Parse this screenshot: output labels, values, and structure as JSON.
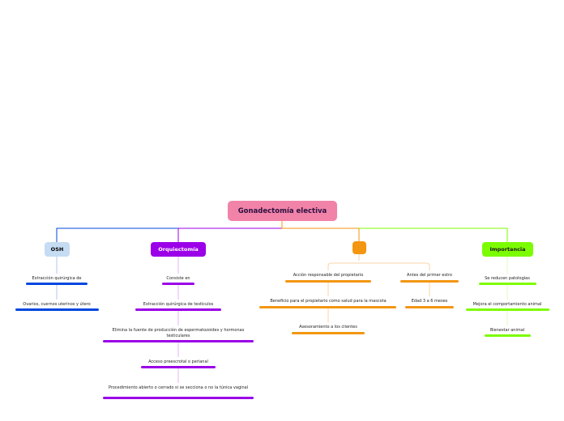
{
  "root": {
    "title": "Gonadectomía electiva",
    "color": "#f283a8"
  },
  "branches": [
    {
      "label": "OSH",
      "color": "#0047e0",
      "box_color": "#c5dcf3",
      "text_color": "#000000",
      "items": [
        "Extracción quirúrgica de",
        "Ovarios, cuernos uterinos y útero"
      ]
    },
    {
      "label": "Orquiectomía",
      "color": "#9b00e8",
      "box_color": "#9b00e8",
      "text_color": "#ffffff",
      "items": [
        "Consiste en",
        "Extracción quirúrgica de testículos",
        "Elimina la fuente de producción de espermatozoides y hormonas testiculares",
        "Acceso preescrotal o perianal",
        "Procedimiento abierto o cerrado si se secciona o no la túnica vaginal"
      ]
    },
    {
      "label": "",
      "color": "#f39612",
      "box_color": "#f39612",
      "text_color": "#000000",
      "items": [
        "Acción responsable del propietario",
        "Beneficio para el propietario como salud para la mascota",
        "Asesoramiento a los clientes",
        "Antes del primer estro",
        "Edad 3 a 6 meses"
      ]
    },
    {
      "label": "Importancia",
      "color": "#7cfc00",
      "box_color": "#7cfc00",
      "text_color": "#1a1a1a",
      "items": [
        "Se reducen patologías",
        "Mejora el comportamiento animal",
        "Bienestar animal"
      ]
    }
  ]
}
